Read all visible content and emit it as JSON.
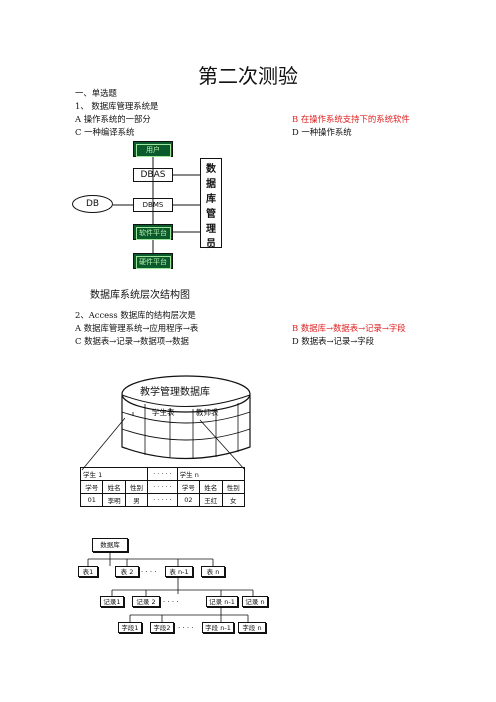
{
  "title": "第二次测验",
  "section": "一、单选题",
  "q1": {
    "stem": "1、 数据库管理系统是",
    "a": "A 操作系统的一部分",
    "b": "B 在操作系统支持下的系统软件",
    "c": "C 一种编译系统",
    "d": "D 一种操作系统"
  },
  "diagram1": {
    "db": "DB",
    "user": "用户",
    "dbas": "DBAS",
    "dbms": "DBMS",
    "software": "软件平台",
    "hardware": "硬件平台",
    "side": [
      "数",
      "据",
      "库",
      "管",
      "理",
      "员"
    ],
    "caption": "数据库系统层次结构图"
  },
  "q2": {
    "stem": "2、Access 数据库的结构层次是",
    "a": "A 数据库管理系统→应用程序→表",
    "b": "B 数据库→数据表→记录→字段",
    "c": "C 数据表→记录→数据项→数据",
    "d": "D 数据表→记录→字段"
  },
  "diagram2": {
    "cylinder_label": "教学管理数据库",
    "tab1": "学生表",
    "tab2": "教师表",
    "student1": "学生 1",
    "studentn": "学生 n",
    "dots": "· · · · ·",
    "headers": [
      "学号",
      "姓名",
      "性别"
    ],
    "row1": [
      "01",
      "李明",
      "男"
    ],
    "row2": [
      "02",
      "王红",
      "女"
    ]
  },
  "diagram3": {
    "root": "数据库",
    "tables": [
      "表1",
      "表 2",
      "表 n-1",
      "表 n"
    ],
    "records": [
      "记录1",
      "记录 2",
      "记录 n-1",
      "记录 n"
    ],
    "fields": [
      "字段1",
      "字段2",
      "字段 n-1",
      "字段 n"
    ],
    "dots": ". . . ."
  }
}
